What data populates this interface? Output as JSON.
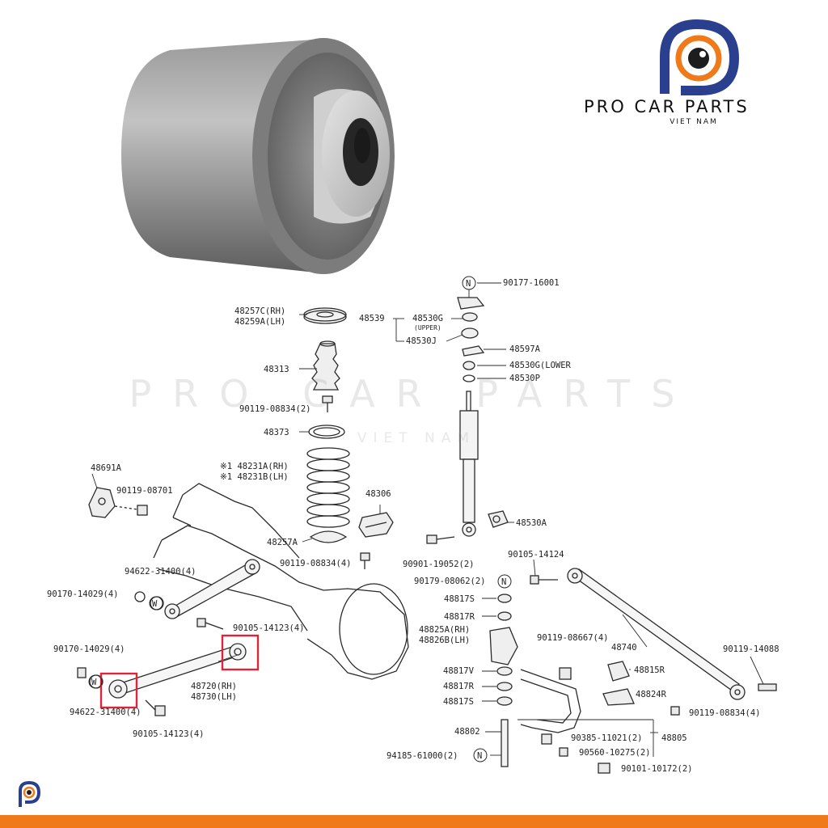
{
  "brand": {
    "name": "PRO CAR PARTS",
    "subtitle": "VIET NAM",
    "primary_color": "#2b3f8f",
    "accent_color": "#f07a1a"
  },
  "watermark": {
    "text": "PRO CAR PARTS",
    "subtext": "VIET NAM"
  },
  "photo": {
    "icon": "bushing-photo"
  },
  "diagram": {
    "labels": {
      "l90177": "90177-16001",
      "l48257C": "48257C(RH)",
      "l48259A": "48259A(LH)",
      "l48539": "48539",
      "l48530G": "48530G",
      "lupper": "(UPPER)",
      "l48530J": "48530J",
      "l48597A": "48597A",
      "l48530Glow": "48530G(LOWER",
      "l48530P": "48530P",
      "l48313": "48313",
      "l90119a": "90119-08834(2)",
      "l48373": "48373",
      "l48691A": "48691A",
      "l90119b": "90119-08701",
      "l48231A": "※1 48231A(RH)",
      "l48231B": "※1 48231B(LH)",
      "l48306": "48306",
      "l48530A": "48530A",
      "l48257A": "48257A",
      "l90119c": "90119-08834(4)",
      "l90901": "90901-19052(2)",
      "l90105a": "90105-14124",
      "l94622a": "94622-31400(4)",
      "l90179": "90179-08062(2)",
      "l90170a": "90170-14029(4)",
      "l48817S": "48817S",
      "l48817R": "48817R",
      "l90105b": "90105-14123(4)",
      "l48825A": "48825A(RH)",
      "l48826B": "48826B(LH)",
      "l90119d": "90119-08667(4)",
      "l48740": "48740",
      "l90170b": "90170-14029(4)",
      "l90119e": "90119-14088",
      "l48720": "48720(RH)",
      "l48730": "48730(LH)",
      "l48817V": "48817V",
      "l48815R": "48815R",
      "l48817R2": "48817R",
      "l48824R": "48824R",
      "l48817S2": "48817S",
      "l94622b": "94622-31400(4)",
      "l90119f": "90119-08834(4)",
      "l90105c": "90105-14123(4)",
      "l48802": "48802",
      "l90385": "90385-11021(2)",
      "l48805": "48805",
      "l94185": "94185-61000(2)",
      "l90560": "90560-10275(2)",
      "l90101": "90101-10172(2)",
      "n": "N",
      "w": "W"
    },
    "highlight_color": "#d9263a"
  }
}
